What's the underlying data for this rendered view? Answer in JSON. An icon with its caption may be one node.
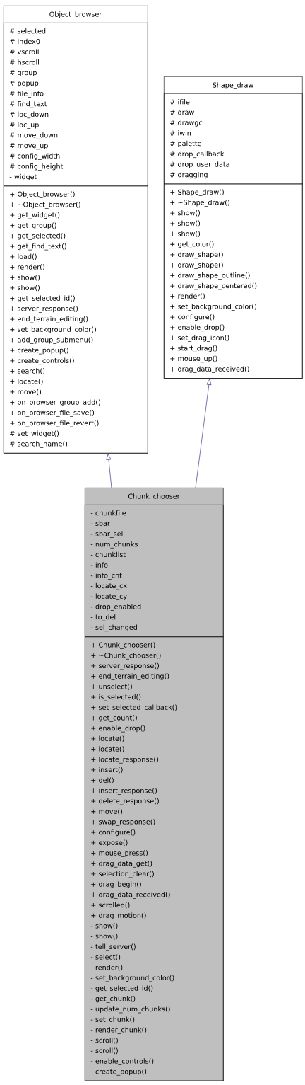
{
  "diagram": {
    "nodes": [
      {
        "text": [
          "Object_browser"
        ]
      },
      {
        "text": [
          "# selected",
          "# index0",
          "# vscroll",
          "# hscroll",
          "# group",
          "# popup",
          "# file_info",
          "# find_text",
          "# loc_down",
          "# loc_up",
          "# move_down",
          "# move_up",
          "# config_width",
          "# config_height",
          "- widget"
        ],
        "in": 0
      },
      {
        "text": [
          "+ Object_browser()",
          "+ ~Object_browser()",
          "+ get_widget()",
          "+ get_group()",
          "+ get_selected()",
          "+ get_find_text()",
          "+ load()",
          "+ render()",
          "+ show()",
          "+ show()",
          "+ get_selected_id()",
          "+ server_response()",
          "+ end_terrain_editing()",
          "+ set_background_color()",
          "+ add_group_submenu()",
          "+ create_popup()",
          "+ create_controls()",
          "+ search()",
          "+ locate()",
          "+ move()",
          "+ on_browser_group_add()",
          "+ on_browser_file_save()",
          "+ on_browser_file_revert()",
          "# set_widget()",
          "# search_name()"
        ],
        "in": 0
      },
      {
        "text": [
          "Shape_draw"
        ]
      },
      {
        "text": [
          "# ifile",
          "# draw",
          "# drawgc",
          "# iwin",
          "# palette",
          "# drop_callback",
          "# drop_user_data",
          "# dragging"
        ],
        "in": 3
      },
      {
        "text": [
          "+ Shape_draw()",
          "+ ~Shape_draw()",
          "+ show()",
          "+ show()",
          "+ show()",
          "+ get_color()",
          "+ draw_shape()",
          "+ draw_shape()",
          "+ draw_shape_outline()",
          "+ draw_shape_centered()",
          "+ render()",
          "+ set_background_color()",
          "+ configure()",
          "+ enable_drop()",
          "+ set_drag_icon()",
          "+ start_drag()",
          "+ mouse_up()",
          "+ drag_data_received()"
        ],
        "in": 3
      },
      {
        "text": [
          "Chunk_chooser"
        ]
      },
      {
        "text": [
          "- chunkfile",
          "- sbar",
          "- sbar_sel",
          "- num_chunks",
          "- chunklist",
          "- info",
          "- info_cnt",
          "- locate_cx",
          "- locate_cy",
          "- drop_enabled",
          "- to_del",
          "- sel_changed"
        ],
        "in": 6
      },
      {
        "text": [
          "+ Chunk_chooser()",
          "+ ~Chunk_chooser()",
          "+ server_response()",
          "+ end_terrain_editing()",
          "+ unselect()",
          "+ is_selected()",
          "+ set_selected_callback()",
          "+ get_count()",
          "+ enable_drop()",
          "+ locate()",
          "+ locate()",
          "+ locate_response()",
          "+ insert()",
          "+ del()",
          "+ insert_response()",
          "+ delete_response()",
          "+ move()",
          "+ swap_response()",
          "+ configure()",
          "+ expose()",
          "+ mouse_press()",
          "+ drag_data_get()",
          "+ selection_clear()",
          "+ drag_begin()",
          "+ drag_data_received()",
          "+ scrolled()",
          "+ drag_motion()",
          "- show()",
          "- show()",
          "- tell_server()",
          "- select()",
          "- render()",
          "- set_background_color()",
          "- get_selected_id()",
          "- get_chunk()",
          "- update_num_chunks()",
          "- set_chunk()",
          "- render_chunk()",
          "- scroll()",
          "- scroll()",
          "- enable_controls()",
          "- create_popup()"
        ],
        "in": 6
      }
    ],
    "edges": [
      {
        "from": 6,
        "to": 0,
        "arrow": "to"
      },
      {
        "from": 6,
        "to": 3,
        "arrow": "to"
      }
    ]
  }
}
